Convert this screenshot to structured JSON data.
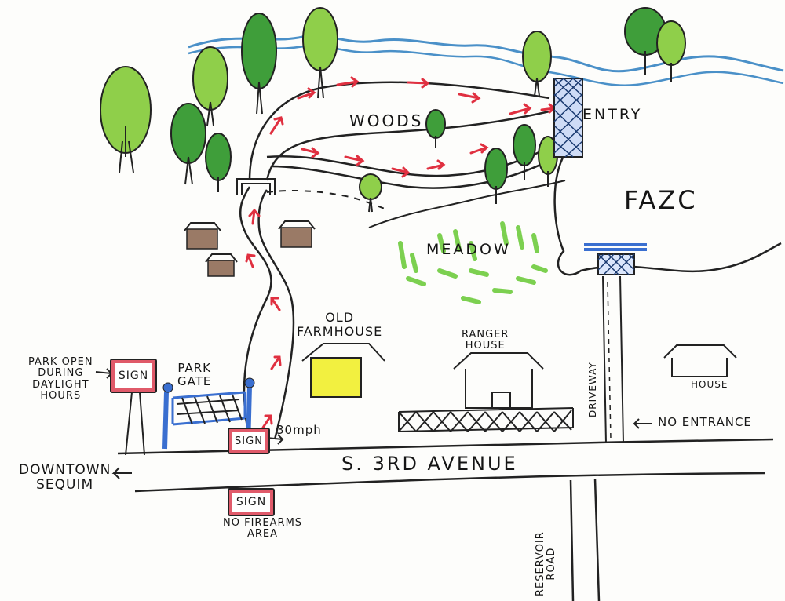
{
  "colors": {
    "creek": "#4a90c8",
    "tree_light": "#8fcf4a",
    "tree_dark": "#3f9e3a",
    "trail_arrow": "#e03040",
    "gate_blue": "#3a6fd0",
    "farmhouse_fill": "#f2f040",
    "shed": "#9a7a66",
    "meadow_grass": "#7cd050",
    "sign_border": "#e05a6a"
  },
  "labels": {
    "woods": "WOODS",
    "entry": "ENTRY",
    "fazc": "FAZC",
    "meadow": "MEADOW",
    "old_farmhouse": "OLD\nFARMHOUSE",
    "ranger_house": "RANGER\nHOUSE",
    "house": "HOUSE",
    "driveway": "DRIVEWAY",
    "no_entrance": "NO ENTRANCE",
    "park_gate": "PARK\nGATE",
    "park_open": "PARK OPEN\nDURING\nDAYLIGHT\nHOURS",
    "speed_limit": "30mph",
    "no_firearms": "NO FIREARMS\nAREA",
    "avenue": "S. 3RD AVENUE",
    "downtown": "DOWNTOWN\nSEQUIM",
    "reservoir": "RESERVOIR\nROAD"
  },
  "signs": {
    "park_sign": "SIGN",
    "speed_sign": "SIGN",
    "firearms_sign": "SIGN"
  }
}
